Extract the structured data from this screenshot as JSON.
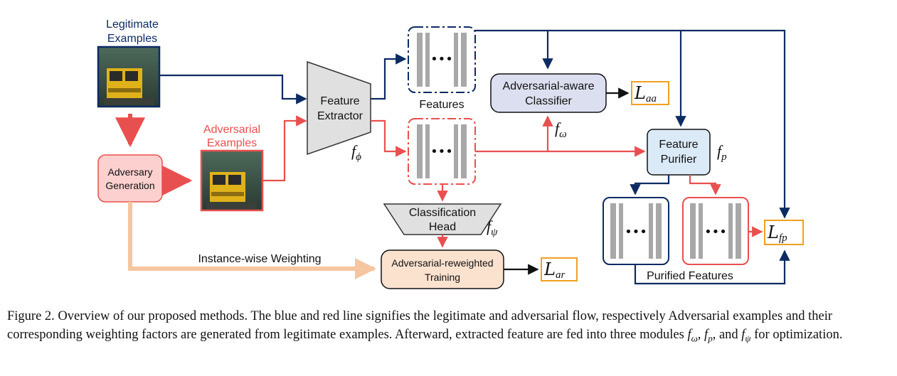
{
  "diagram": {
    "legit_label_1": "Legitimate",
    "legit_label_2": "Examples",
    "adv_label_1": "Adversarial",
    "adv_label_2": "Examples",
    "adv_gen_1": "Adversary",
    "adv_gen_2": "Generation",
    "feat_ext_1": "Feature",
    "feat_ext_2": "Extractor",
    "f_phi": "f",
    "f_phi_sub": "ϕ",
    "features": "Features",
    "aac_1": "Adversarial-aware",
    "aac_2": "Classifier",
    "f_omega": "f",
    "f_omega_sub": "ω",
    "purifier_1": "Feature",
    "purifier_2": "Purifier",
    "f_p": "f",
    "f_p_sub": "p",
    "cls_head_1": "Classification",
    "cls_head_2": "Head",
    "f_psi": "f",
    "f_psi_sub": "ψ",
    "instance_weighting": "Instance-wise Weighting",
    "art_1": "Adversarial-reweighted",
    "art_2": "Training",
    "purified_features": "Purified Features",
    "loss_aa": "L",
    "loss_aa_sub": "aa",
    "loss_fp": "L",
    "loss_fp_sub": "fp",
    "loss_ar": "L",
    "loss_ar_sub": "ar",
    "ellipsis": "•••"
  },
  "caption": {
    "part1": "Figure 2. Overview of our proposed methods. The blue and red line signifies the legitimate and adversarial flow, respectively Adversarial examples and their corresponding weighting factors are generated from legitimate examples. Afterward, extracted feature are fed into three modules ",
    "f_omega": "f",
    "omega": "ω",
    "sep1": ", ",
    "f_p": "f",
    "p": "p",
    "sep2": ", and ",
    "f_psi": "f",
    "psi": "ψ",
    "part2": " for optimization."
  },
  "colors": {
    "blue": "#0d2b63",
    "red": "#e8504f",
    "peach": "#f5c6a0",
    "loss_border": "#f0a020"
  }
}
